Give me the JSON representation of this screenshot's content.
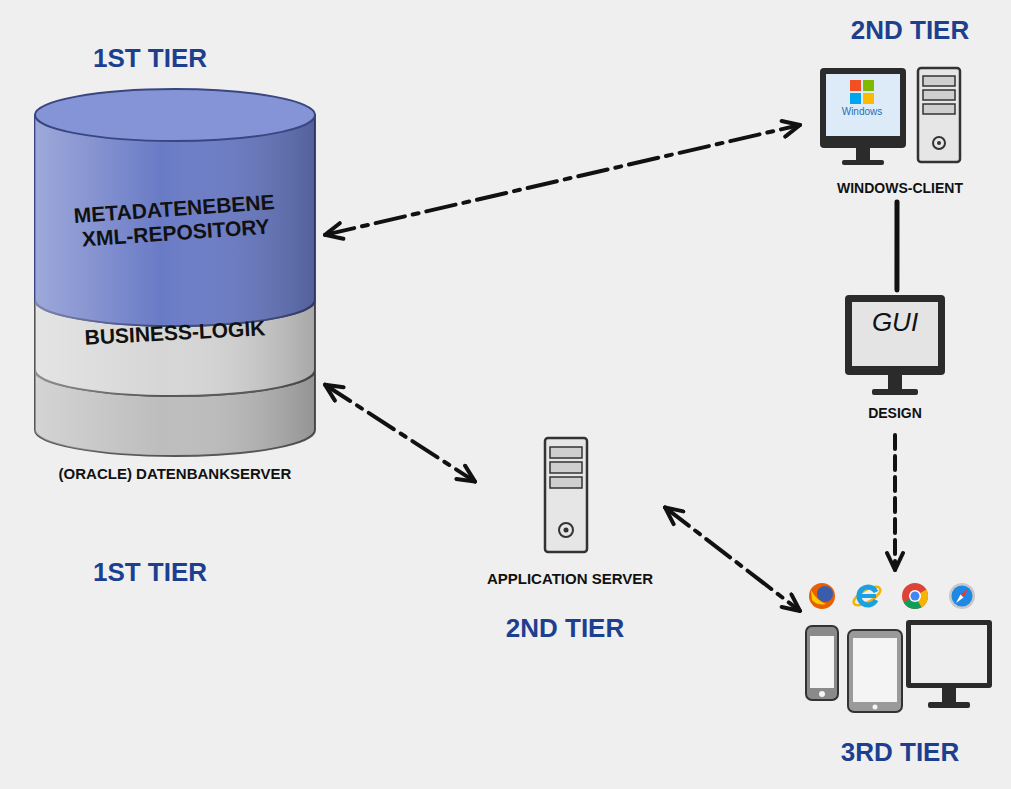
{
  "diagram": {
    "nodes": [
      {
        "text": [
          "METADATENEBENE XML-REPOSITORY",
          "BUSINESS-LOGIK",
          "(ORACLE) DATENBANKSERVER"
        ]
      },
      {
        "text": [
          "Windows",
          "WINDOWS-CLIENT"
        ]
      },
      {
        "text": [
          "GUI",
          "DESIGN"
        ]
      },
      {
        "text": [
          "APPLICATION SERVER"
        ]
      },
      {
        "text": [
          "3RD TIER"
        ]
      }
    ],
    "edges": [
      {
        "from": 0,
        "to": 1,
        "arrow": "both"
      },
      {
        "from": 1,
        "to": 2,
        "arrow": "none"
      },
      {
        "from": 2,
        "to": 4,
        "arrow": "to"
      },
      {
        "from": 0,
        "to": 3,
        "arrow": "both"
      },
      {
        "from": 3,
        "to": 4,
        "arrow": "both"
      }
    ],
    "labels": [
      "1ST TIER",
      "2ND TIER",
      "1ST TIER",
      "2ND TIER"
    ]
  }
}
